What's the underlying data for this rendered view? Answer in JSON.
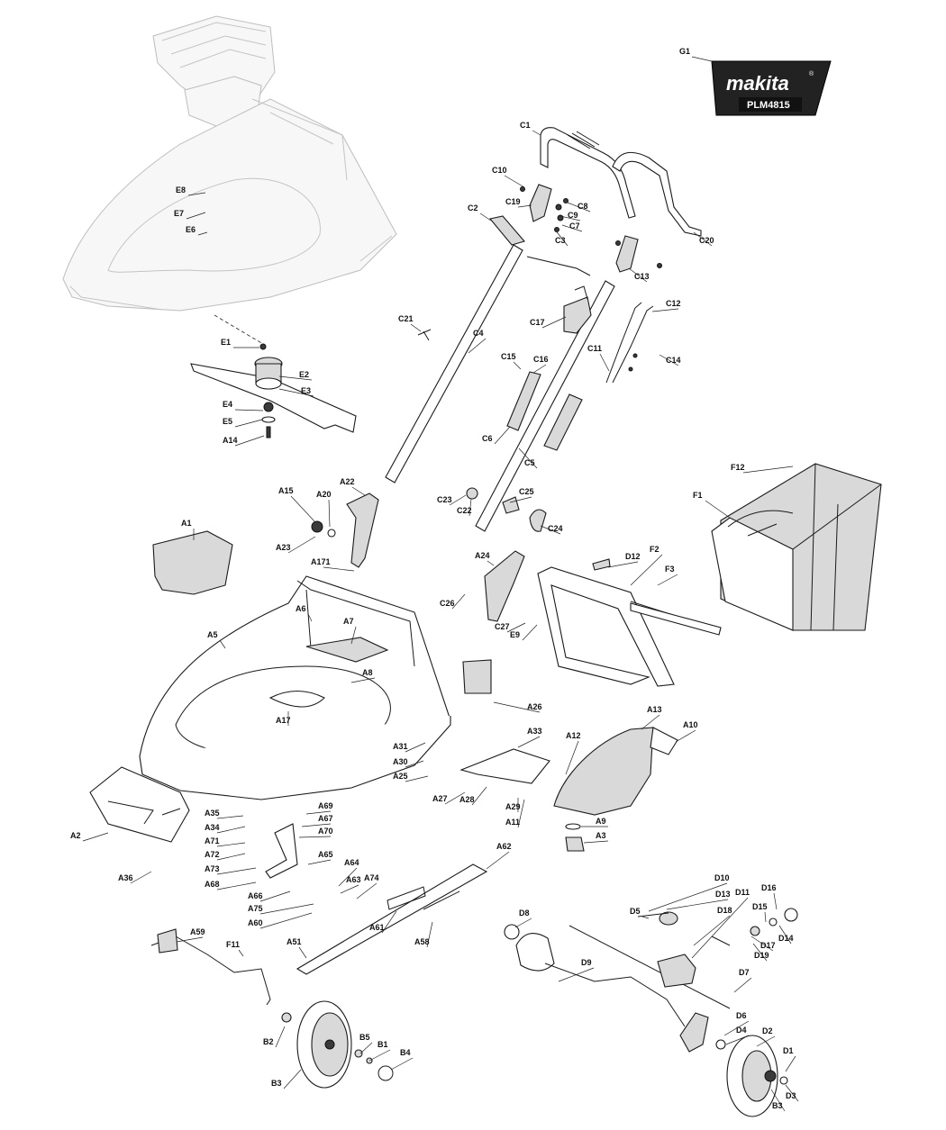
{
  "logo": {
    "callout": "G1",
    "brand": "makita",
    "registered": "®",
    "model": "PLM4815",
    "color": "#222222"
  },
  "labels": [
    "G1",
    "C1",
    "C10",
    "C19",
    "C9",
    "C8",
    "C7",
    "C3",
    "C2",
    "C20",
    "C13",
    "C12",
    "C11",
    "C14",
    "C17",
    "C16",
    "C15",
    "C6",
    "C5",
    "C4",
    "C21",
    "C22",
    "C23",
    "C24",
    "C25",
    "C26",
    "C27",
    "E9",
    "E8",
    "E7",
    "E6",
    "E1",
    "E2",
    "E3",
    "E4",
    "E5",
    "A14",
    "A15",
    "A20",
    "A22",
    "A23",
    "A171",
    "A1",
    "A5",
    "A6",
    "A7",
    "A8",
    "A17",
    "A24",
    "A26",
    "A33",
    "A31",
    "A30",
    "A25",
    "A27",
    "A28",
    "A29",
    "A11",
    "A12",
    "A13",
    "A10",
    "A9",
    "A3",
    "A2",
    "A36",
    "A35",
    "A34",
    "A71",
    "A69",
    "A67",
    "A70",
    "A72",
    "A73",
    "A68",
    "A66",
    "A65",
    "A64",
    "A63",
    "A74",
    "A75",
    "A60",
    "A62",
    "A61",
    "A58",
    "A51",
    "A59",
    "F11",
    "F12",
    "F1",
    "F2",
    "F3",
    "D12",
    "D10",
    "D11",
    "D13",
    "D18",
    "D16",
    "D15",
    "D17",
    "D14",
    "D19",
    "D5",
    "D8",
    "D9",
    "D7",
    "D6",
    "D4",
    "D2",
    "D1",
    "D3",
    "B3",
    "B2",
    "B3",
    "B5",
    "B1",
    "B4"
  ],
  "colors": {
    "line": "#1a1a1a",
    "ghost": "#bdbdbd",
    "fill_grey": "#d9d9d9"
  }
}
